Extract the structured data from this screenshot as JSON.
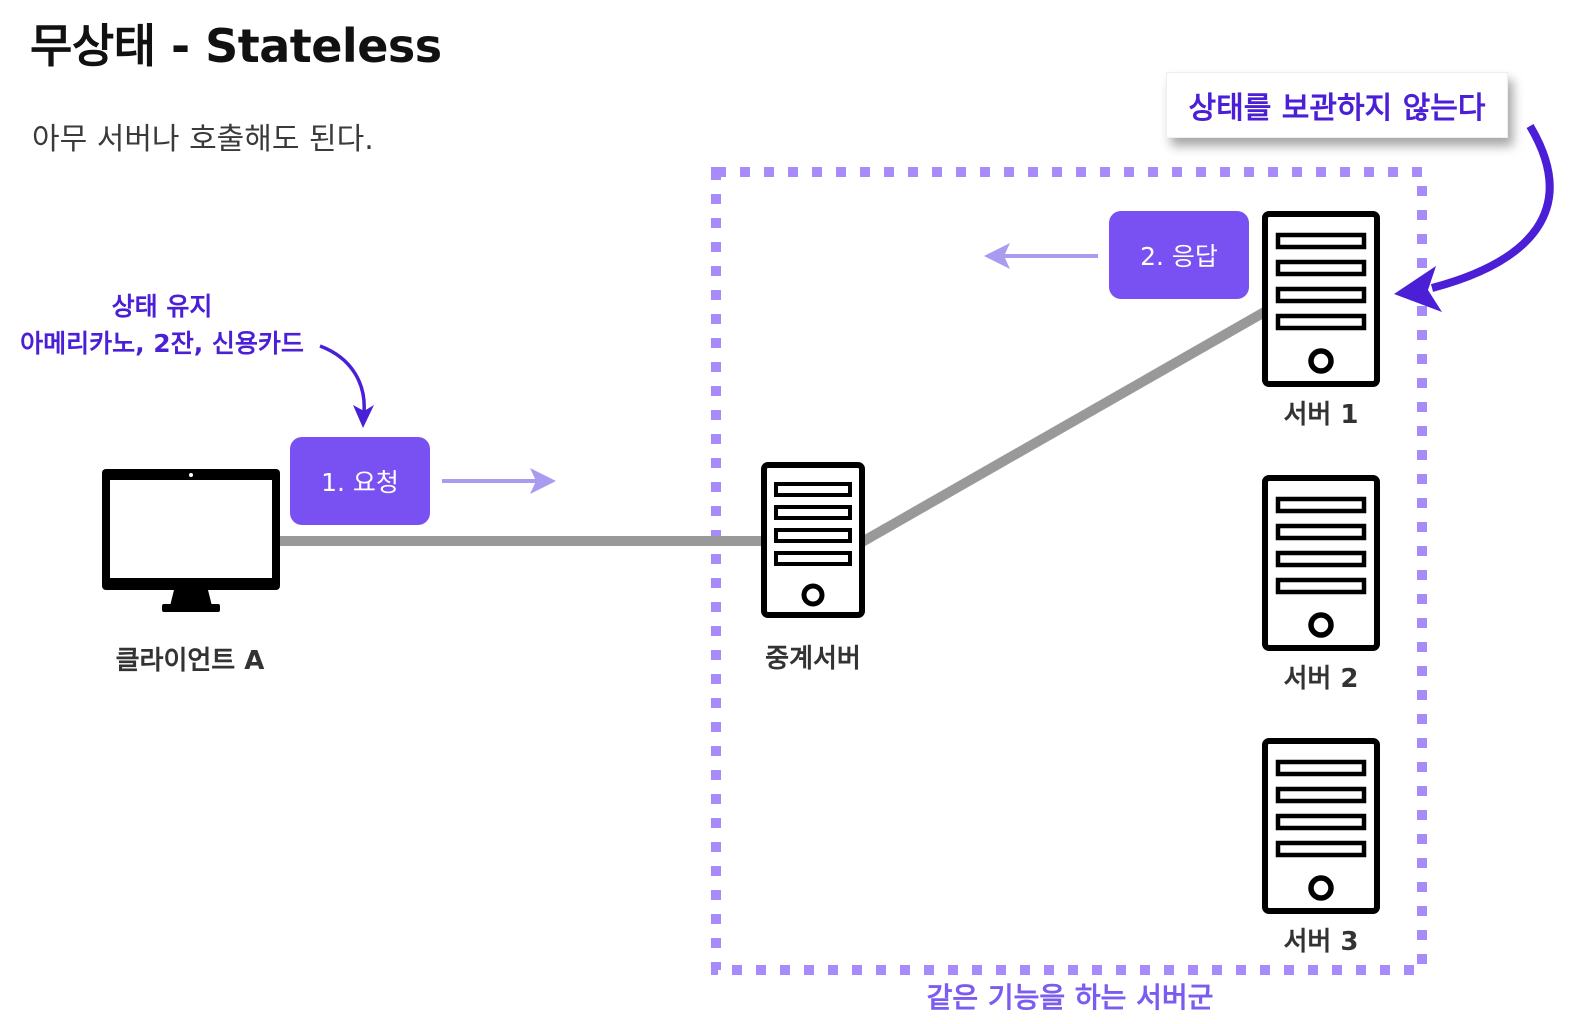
{
  "title": "무상태 - Stateless",
  "subtitle": "아무 서버나 호출해도 된다.",
  "state_note": {
    "line1": "상태 유지",
    "line2": "아메리카노, 2잔, 신용카드"
  },
  "callout": "상태를 보관하지 않는다",
  "request_label": "1. 요청",
  "response_label": "2. 응답",
  "client_label": "클라이언트 A",
  "proxy_label": "중계서버",
  "servers": [
    {
      "label": "서버 1"
    },
    {
      "label": "서버 2"
    },
    {
      "label": "서버 3"
    }
  ],
  "group_label": "같은 기능을 하는 서버군",
  "colors": {
    "accent": "#7950f2",
    "text_purple": "#4b1fd6",
    "dashed_border": "#a78bfa",
    "connection": "#999999"
  }
}
